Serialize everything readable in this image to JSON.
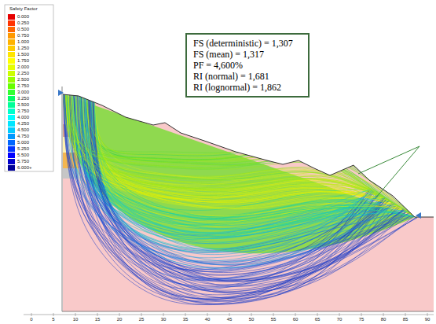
{
  "diagram": {
    "nodes": [
      {
        "text": [
          "FS (deterministic) = 1,307",
          "FS (mean) = 1,317",
          "PF = 4,600%",
          "RI (normal) = 1,681",
          "RI (lognormal) = 1,862"
        ]
      }
    ],
    "labels": [
      "Safety Factor",
      "0",
      "5",
      "10",
      "15",
      "20",
      "25",
      "30",
      "35",
      "40",
      "45",
      "50",
      "55",
      "60",
      "65",
      "70",
      "75",
      "80",
      "85",
      "90"
    ],
    "legend": [
      {
        "text": "0.000",
        "color": "#e60000"
      },
      {
        "text": "0.250",
        "color": "#ff3300"
      },
      {
        "text": "0.500",
        "color": "#ff6600"
      },
      {
        "text": "0.750",
        "color": "#ff9900"
      },
      {
        "text": "1.000",
        "color": "#ffb300"
      },
      {
        "text": "1.250",
        "color": "#ffcc00"
      },
      {
        "text": "1.500",
        "color": "#ffe600"
      },
      {
        "text": "1.750",
        "color": "#ffff00"
      },
      {
        "text": "2.000",
        "color": "#e6ff00"
      },
      {
        "text": "2.250",
        "color": "#ccff00"
      },
      {
        "text": "2.500",
        "color": "#99ff00"
      },
      {
        "text": "2.750",
        "color": "#66ff00"
      },
      {
        "text": "3.000",
        "color": "#33ff33"
      },
      {
        "text": "3.250",
        "color": "#00ff66"
      },
      {
        "text": "3.500",
        "color": "#00ff99"
      },
      {
        "text": "3.750",
        "color": "#00ffcc"
      },
      {
        "text": "4.000",
        "color": "#00ffff"
      },
      {
        "text": "4.250",
        "color": "#00e6ff"
      },
      {
        "text": "4.500",
        "color": "#00ccff"
      },
      {
        "text": "4.750",
        "color": "#0099ff"
      },
      {
        "text": "5.000",
        "color": "#0066ff"
      },
      {
        "text": "5.250",
        "color": "#0033ff"
      },
      {
        "text": "5.500",
        "color": "#0000ff"
      },
      {
        "text": "5.750",
        "color": "#0000cc"
      },
      {
        "text": "6.000+",
        "color": "#000099"
      }
    ]
  }
}
